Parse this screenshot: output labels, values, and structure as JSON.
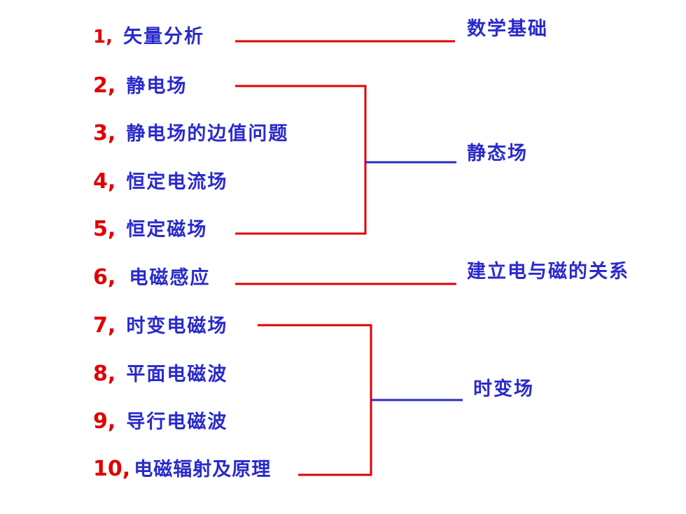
{
  "topics": [
    {
      "number": "1,",
      "label": "矢量分析"
    },
    {
      "number": "2,",
      "label": "静电场"
    },
    {
      "number": "3,",
      "label": "静电场的边值问题"
    },
    {
      "number": "4,",
      "label": "恒定电流场"
    },
    {
      "number": "5,",
      "label": "恒定磁场"
    },
    {
      "number": "6,",
      "label": "电磁感应"
    },
    {
      "number": "7,",
      "label": "时变电磁场"
    },
    {
      "number": "8,",
      "label": "平面电磁波"
    },
    {
      "number": "9,",
      "label": "导行电磁波"
    },
    {
      "number": "10,",
      "label": "电磁辐射及原理"
    }
  ],
  "categories": [
    {
      "label": "数学基础"
    },
    {
      "label": "静态场"
    },
    {
      "label": "建立电与磁的关系"
    },
    {
      "label": "时变场"
    }
  ],
  "colors": {
    "number": "#e00000",
    "label": "#2a2acc",
    "red_line": "#e00000",
    "blue_line": "#2a2acc"
  }
}
